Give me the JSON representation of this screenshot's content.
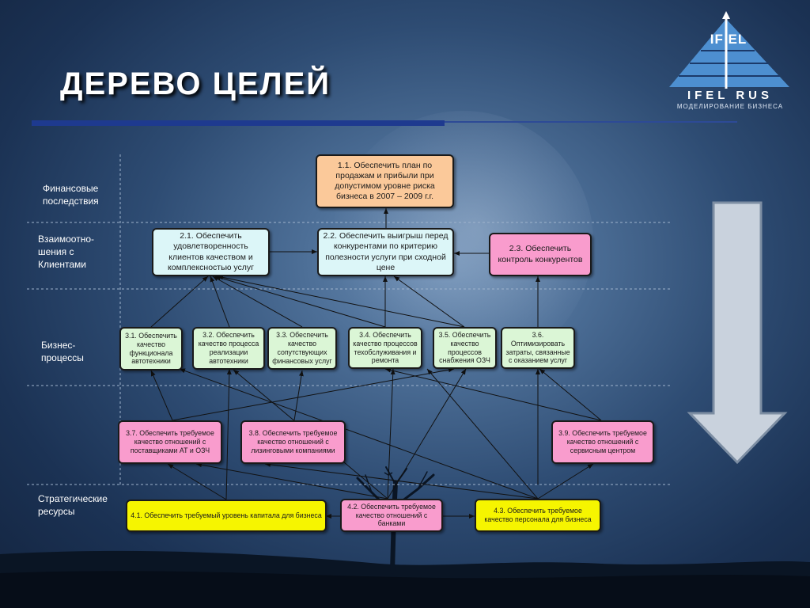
{
  "title": "ДЕРЕВО ЦЕЛЕЙ",
  "logo": {
    "top": "IF EL",
    "brand": "IFEL RUS",
    "tagline": "МОДЕЛИРОВАНИЕ БИЗНЕСА"
  },
  "rows": [
    {
      "label": "Финансовые\nпоследствия"
    },
    {
      "label": "Взаимоотно-\nшения с\nКлиентами"
    },
    {
      "label": "Бизнес-\nпроцессы"
    },
    {
      "label": "Стратегические\nресурсы"
    }
  ],
  "nodes": [
    {
      "id": "1.1",
      "text": "1.1. Обеспечить план по продажам и прибыли при допустимом уровне риска бизнеса в 2007 – 2009 г.г.",
      "color": "#fbc99a"
    },
    {
      "id": "2.1",
      "text": "2.1. Обеспечить удовлетворенность клиентов качеством и комплексностью услуг",
      "color": "#dcf6f8"
    },
    {
      "id": "2.2",
      "text": "2.2. Обеспечить выигрыш перед конкурентами по критерию полезности услуги при сходной цене",
      "color": "#dcf6f8"
    },
    {
      "id": "2.3",
      "text": "2.3. Обеспечить контроль конкурентов",
      "color": "#f99ccd"
    },
    {
      "id": "3.1",
      "text": "3.1. Обеспечить качество функционала автотехники",
      "color": "#dbf6d6"
    },
    {
      "id": "3.2",
      "text": "3.2. Обеспечить качество процесса реализации автотехники",
      "color": "#dbf6d6"
    },
    {
      "id": "3.3",
      "text": "3.3. Обеспечить качество сопутствующих финансовых услуг",
      "color": "#dbf6d6"
    },
    {
      "id": "3.4",
      "text": "3.4. Обеспечить качество процессов техобслуживания и ремонта",
      "color": "#dbf6d6"
    },
    {
      "id": "3.5",
      "text": "3.5. Обеспечить качество процессов снабжения ОЗЧ",
      "color": "#dbf6d6"
    },
    {
      "id": "3.6",
      "text": "3.6. Оптимизировать затраты, связанные с оказанием услуг",
      "color": "#dbf6d6"
    },
    {
      "id": "3.7",
      "text": "3.7. Обеспечить требуемое качество отношений с поставщиками АТ и ОЗЧ",
      "color": "#f99ccd"
    },
    {
      "id": "3.8",
      "text": "3.8. Обеспечить требуемое качество отношений с лизинговыми компаниями",
      "color": "#f99ccd"
    },
    {
      "id": "3.9",
      "text": "3.9. Обеспечить требуемое качество отношений с сервисным центром",
      "color": "#f99ccd"
    },
    {
      "id": "4.1",
      "text": "4.1. Обеспечить требуемый уровень капитала для бизнеса",
      "color": "#f6f500"
    },
    {
      "id": "4.2",
      "text": "4.2. Обеспечить требуемое качество отношений с банками",
      "color": "#f99ccd"
    },
    {
      "id": "4.3",
      "text": "4.3. Обеспечить требуемое качество персонала для бизнеса",
      "color": "#f6f500"
    }
  ]
}
